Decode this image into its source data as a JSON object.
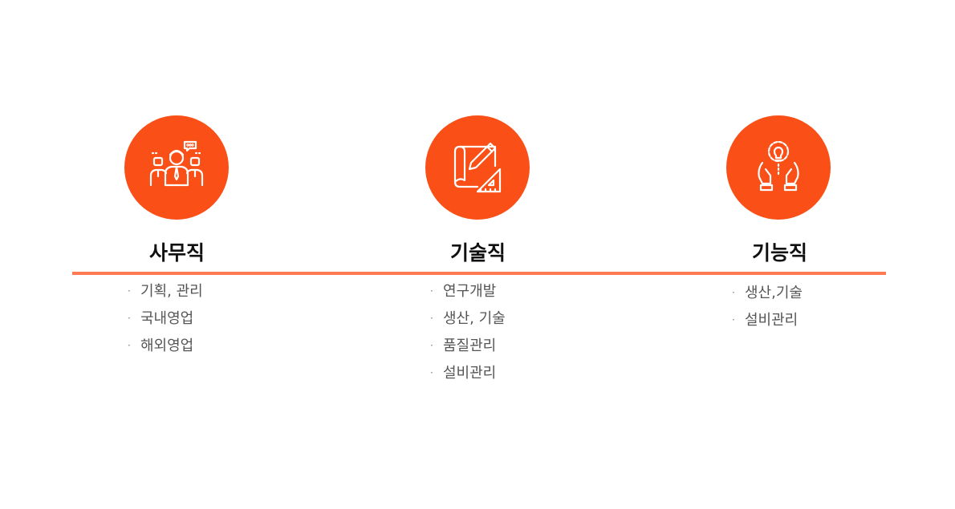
{
  "accent_color": "#fa4f16",
  "divider_color": "#ff7a52",
  "categories": [
    {
      "icon": "office-workers-icon",
      "title": "사무직",
      "items": [
        "기획, 관리",
        "국내영업",
        "해외영업"
      ]
    },
    {
      "icon": "blueprint-pencil-icon",
      "title": "기술직",
      "items": [
        "연구개발",
        "생산, 기술",
        "품질관리",
        "설비관리"
      ]
    },
    {
      "icon": "hands-lightbulb-gear-icon",
      "title": "기능직",
      "items": [
        "생산,기술",
        "설비관리"
      ]
    }
  ]
}
